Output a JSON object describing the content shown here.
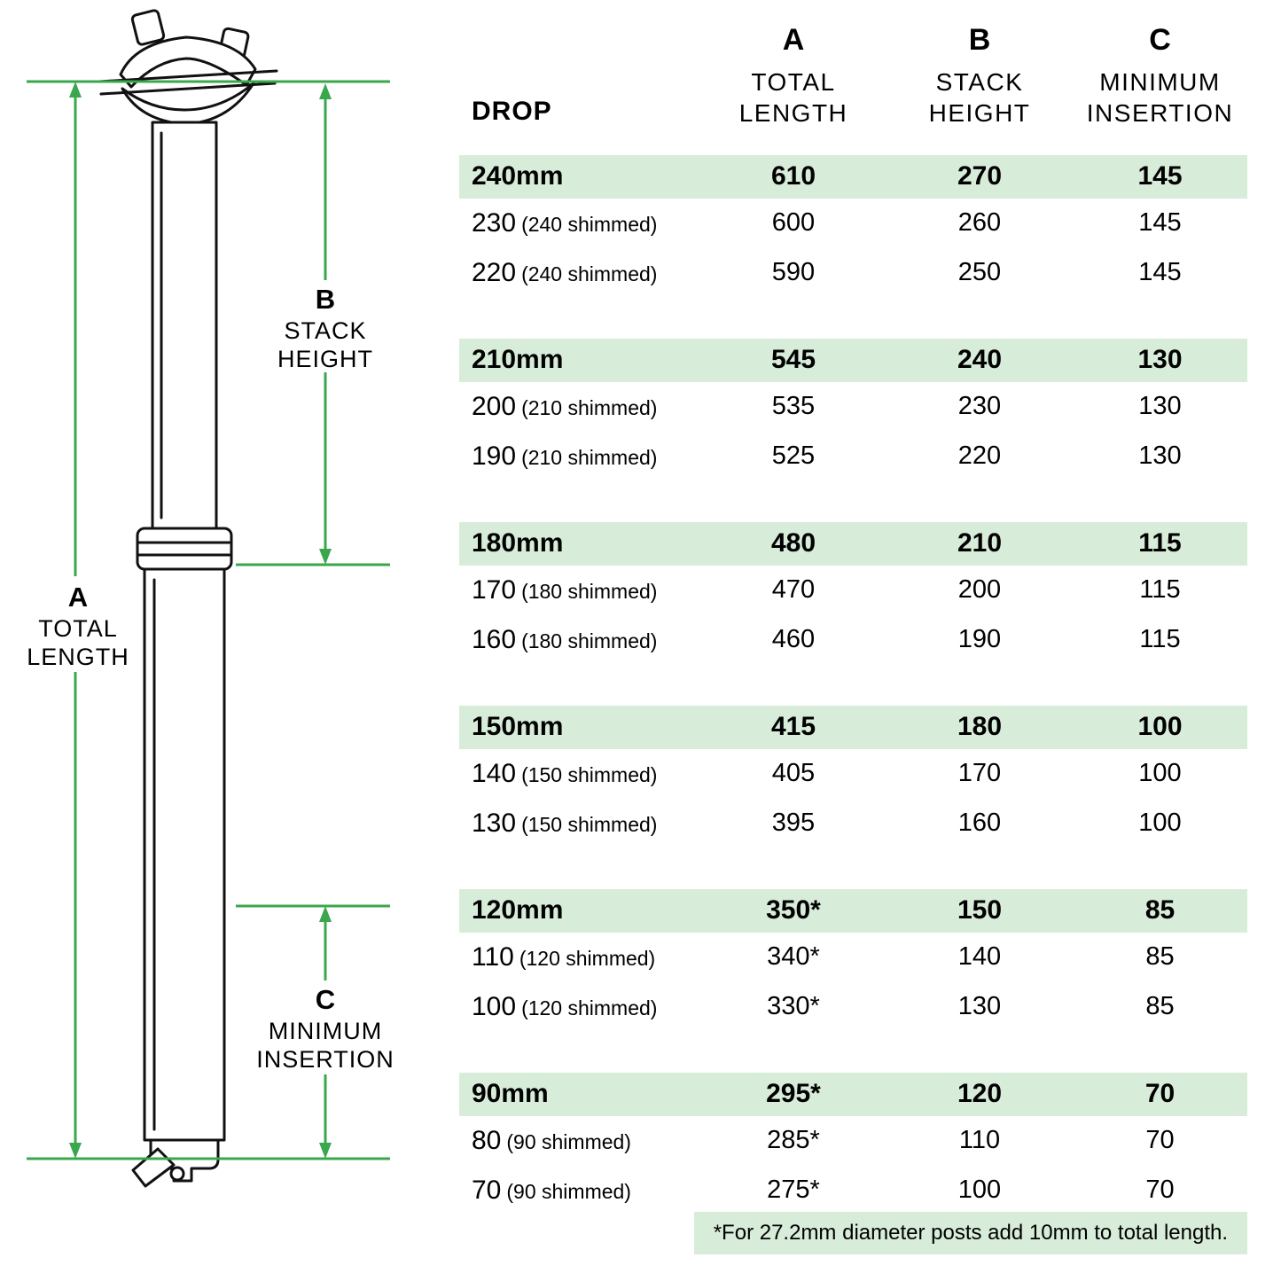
{
  "colors": {
    "highlight": "#d7ecd9",
    "accent": "#3aa74d"
  },
  "diagram": {
    "a": {
      "letter": "A",
      "line1": "TOTAL",
      "line2": "LENGTH"
    },
    "b": {
      "letter": "B",
      "line1": "STACK",
      "line2": "HEIGHT"
    },
    "c": {
      "letter": "C",
      "line1": "MINIMUM",
      "line2": "INSERTION"
    }
  },
  "table": {
    "header": {
      "drop": "DROP",
      "cols": [
        {
          "letter": "A",
          "line1": "TOTAL",
          "line2": "LENGTH"
        },
        {
          "letter": "B",
          "line1": "STACK",
          "line2": "HEIGHT"
        },
        {
          "letter": "C",
          "line1": "MINIMUM",
          "line2": "INSERTION"
        }
      ]
    },
    "groups": [
      {
        "drop": "240mm",
        "total": "610",
        "stack": "270",
        "insertion": "145",
        "rows": [
          {
            "drop": "230",
            "note": "(240 shimmed)",
            "total": "600",
            "stack": "260",
            "insertion": "145"
          },
          {
            "drop": "220",
            "note": "(240 shimmed)",
            "total": "590",
            "stack": "250",
            "insertion": "145"
          }
        ]
      },
      {
        "drop": "210mm",
        "total": "545",
        "stack": "240",
        "insertion": "130",
        "rows": [
          {
            "drop": "200",
            "note": "(210 shimmed)",
            "total": "535",
            "stack": "230",
            "insertion": "130"
          },
          {
            "drop": "190",
            "note": "(210 shimmed)",
            "total": "525",
            "stack": "220",
            "insertion": "130"
          }
        ]
      },
      {
        "drop": "180mm",
        "total": "480",
        "stack": "210",
        "insertion": "115",
        "rows": [
          {
            "drop": "170",
            "note": "(180 shimmed)",
            "total": "470",
            "stack": "200",
            "insertion": "115"
          },
          {
            "drop": "160",
            "note": "(180 shimmed)",
            "total": "460",
            "stack": "190",
            "insertion": "115"
          }
        ]
      },
      {
        "drop": "150mm",
        "total": "415",
        "stack": "180",
        "insertion": "100",
        "rows": [
          {
            "drop": "140",
            "note": "(150 shimmed)",
            "total": "405",
            "stack": "170",
            "insertion": "100"
          },
          {
            "drop": "130",
            "note": "(150 shimmed)",
            "total": "395",
            "stack": "160",
            "insertion": "100"
          }
        ]
      },
      {
        "drop": "120mm",
        "total": "350*",
        "stack": "150",
        "insertion": "85",
        "rows": [
          {
            "drop": "110",
            "note": "(120 shimmed)",
            "total": "340*",
            "stack": "140",
            "insertion": "85"
          },
          {
            "drop": "100",
            "note": "(120 shimmed)",
            "total": "330*",
            "stack": "130",
            "insertion": "85"
          }
        ]
      },
      {
        "drop": "90mm",
        "total": "295*",
        "stack": "120",
        "insertion": "70",
        "rows": [
          {
            "drop": "80",
            "note": "(90 shimmed)",
            "total": "285*",
            "stack": "110",
            "insertion": "70"
          },
          {
            "drop": "70",
            "note": "(90 shimmed)",
            "total": "275*",
            "stack": "100",
            "insertion": "70"
          }
        ]
      }
    ],
    "footnote": "*For 27.2mm diameter posts add 10mm to total length."
  }
}
